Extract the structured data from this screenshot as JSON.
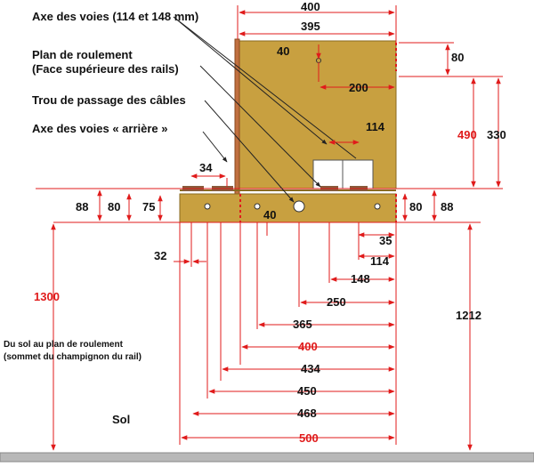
{
  "labels": {
    "axe_voies": "Axe des voies (114 et 148 mm)",
    "plan_line1": "Plan de roulement",
    "plan_line2": "(Face supérieure des rails)",
    "trou": "Trou de passage des câbles",
    "axe_arriere": "Axe des voies « arrière »",
    "sol_note_line1": "Du sol au plan de roulement",
    "sol_note_line2": "(sommet du champignon du rail)",
    "sol": "Sol"
  },
  "dims": {
    "d400_top": "400",
    "d395": "395",
    "d40_top": "40",
    "d80_right": "80",
    "d200": "200",
    "d114_top": "114",
    "d490": "490",
    "d330": "330",
    "d34": "34",
    "d88_left": "88",
    "d80_left": "80",
    "d75": "75",
    "d40_mid": "40",
    "d80_r2": "80",
    "d88_r2": "88",
    "d35": "35",
    "d114_low": "114",
    "d32": "32",
    "d148": "148",
    "d250": "250",
    "d1300": "1300",
    "d365": "365",
    "d400_low": "400",
    "d1212": "1212",
    "d434": "434",
    "d450": "450",
    "d468": "468",
    "d500": "500"
  },
  "colors": {
    "wood": "#c8a040",
    "wood_edge": "#8a6a20",
    "dim_red": "#e01b1b",
    "line_dark": "#222222",
    "rail": "#8a5a3a",
    "ground": "#b8b8b8"
  }
}
